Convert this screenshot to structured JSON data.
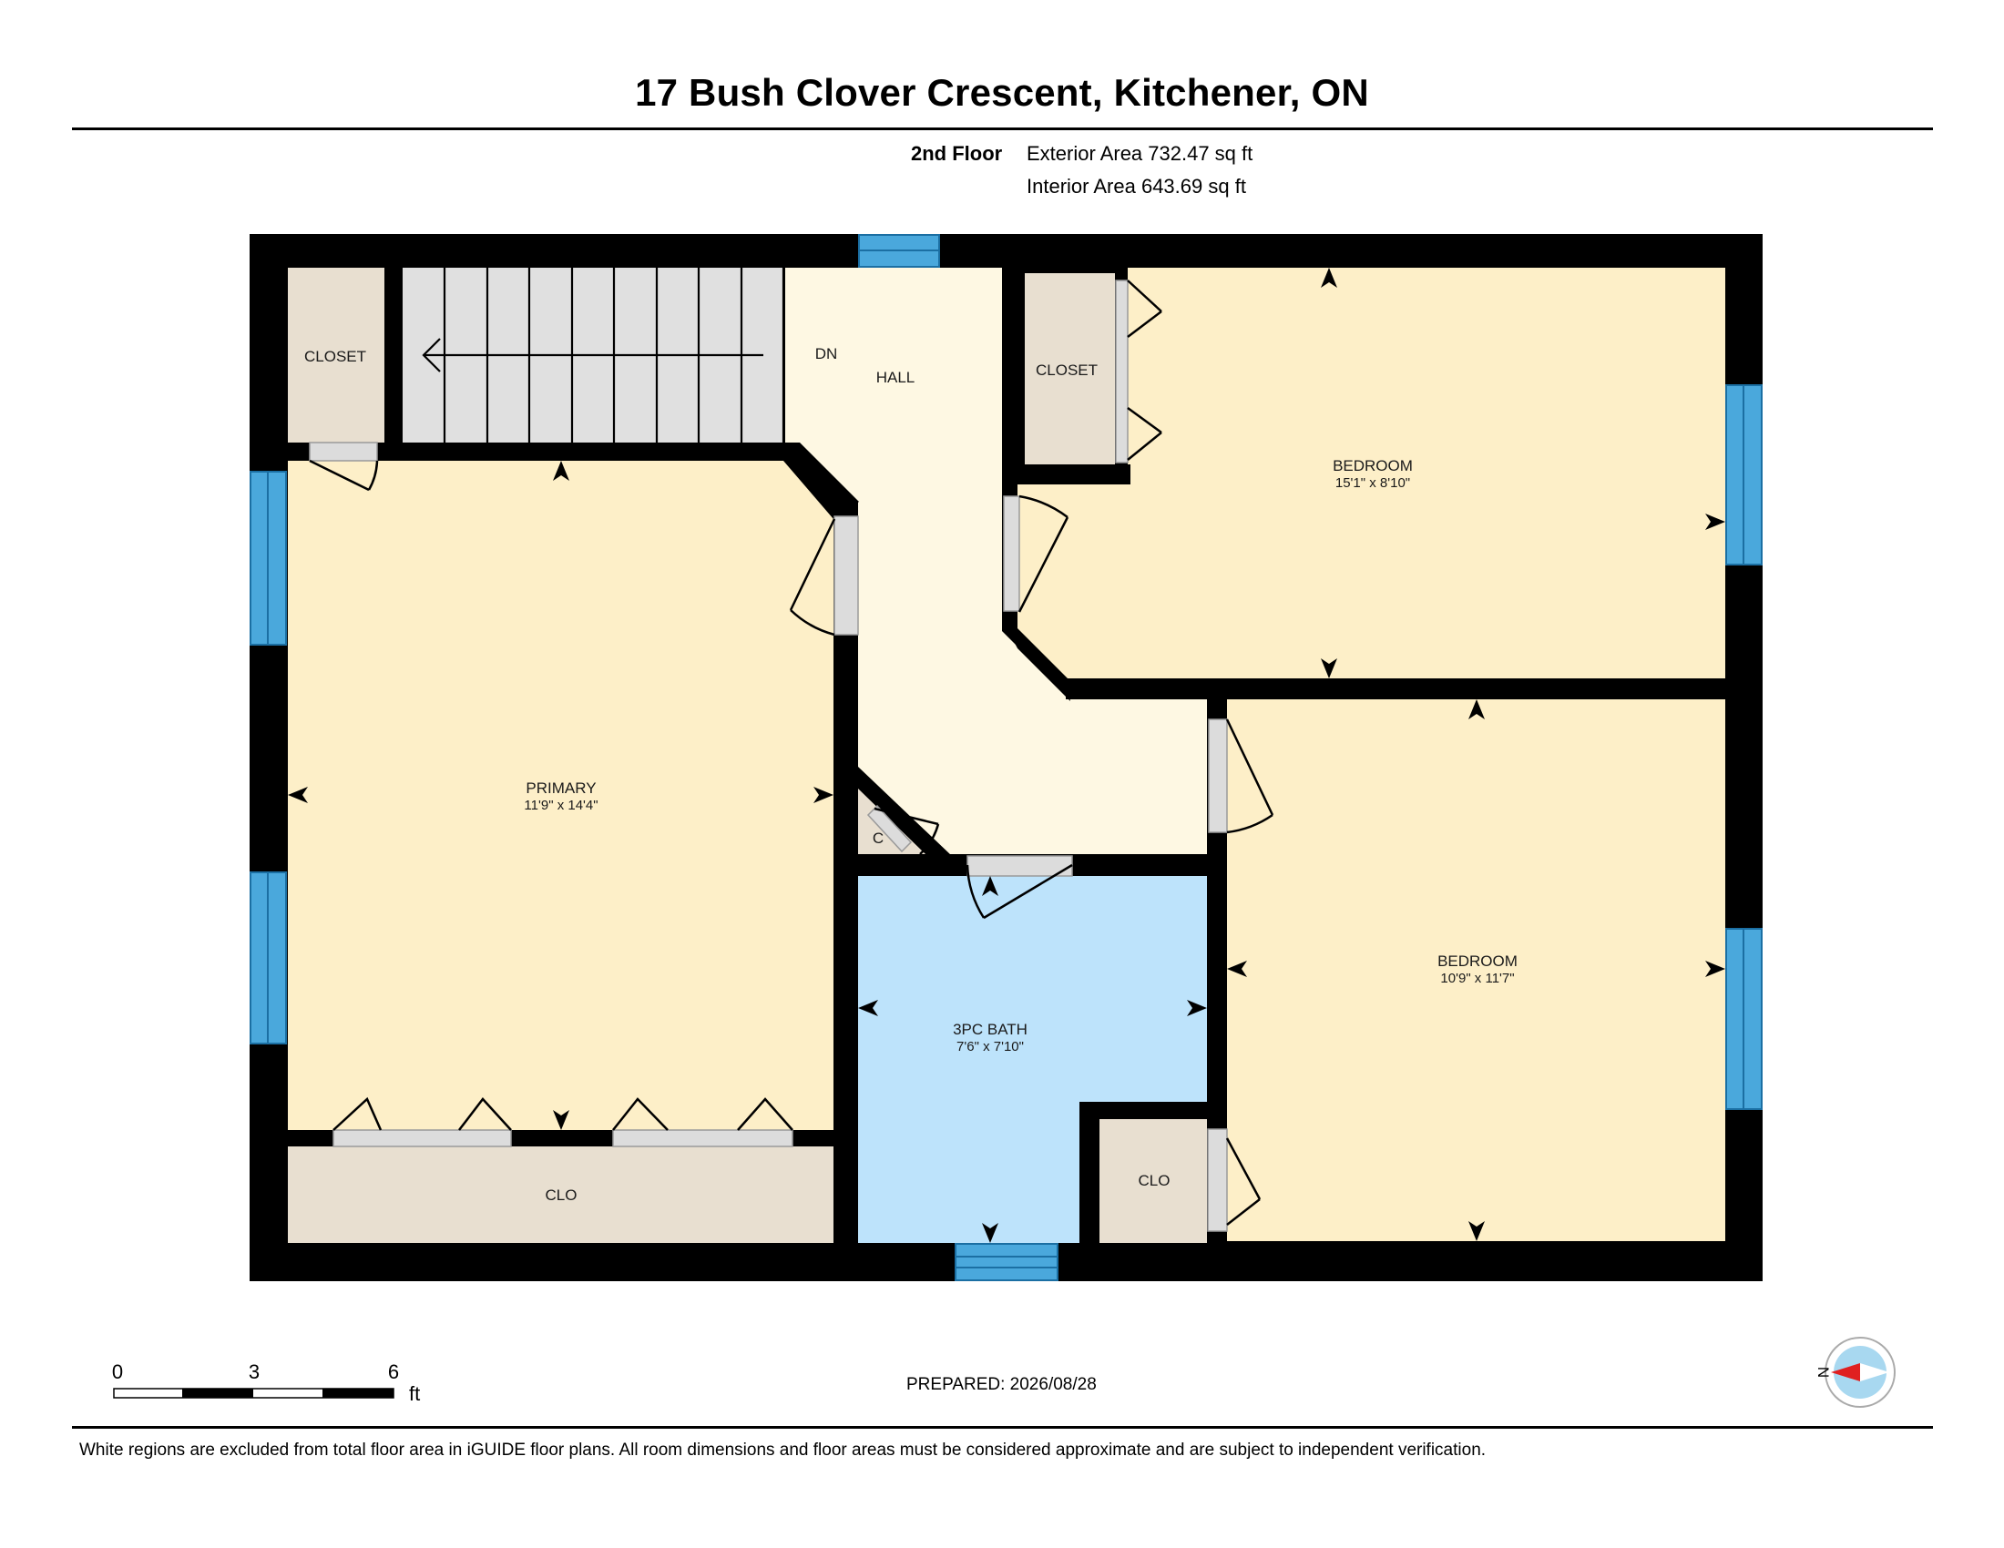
{
  "header": {
    "title": "17 Bush Clover Crescent, Kitchener, ON",
    "floor": "2nd Floor",
    "exterior_area": "Exterior Area 732.47 sq ft",
    "interior_area": "Interior Area 643.69 sq ft"
  },
  "rooms": {
    "closet_top_left": "CLOSET",
    "stair_dn": "DN",
    "hall": "HALL",
    "closet_top_right": "CLOSET",
    "bedroom_1_name": "BEDROOM",
    "bedroom_1_dims": "15'1\" x 8'10\"",
    "primary_name": "PRIMARY",
    "primary_dims": "11'9\" x 14'4\"",
    "small_closet": "C",
    "bath_name": "3PC BATH",
    "bath_dims": "7'6\" x 7'10\"",
    "bedroom_2_name": "BEDROOM",
    "bedroom_2_dims": "10'9\" x 11'7\"",
    "clo_bottom_left": "CLO",
    "clo_bath": "CLO"
  },
  "scale": {
    "tick_0": "0",
    "tick_3": "3",
    "tick_6": "6",
    "unit": "ft"
  },
  "compass": {
    "label": "N"
  },
  "footer": {
    "prepared": "PREPARED: 2026/08/28",
    "disclaimer": "White regions are excluded from total floor area in iGUIDE floor plans. All room dimensions and floor areas must be considered approximate and are subject to independent verification."
  },
  "colors": {
    "wall": "#000000",
    "room": "#fdefc8",
    "hall": "#fef8e3",
    "closet": "#e8dfd0",
    "stairs": "#e0e0e0",
    "bath": "#bde3fb",
    "window": "#4aa8dc",
    "door_opening": "#dcdcdc",
    "compass_red": "#e02020",
    "compass_blue": "#a8d8f0"
  }
}
